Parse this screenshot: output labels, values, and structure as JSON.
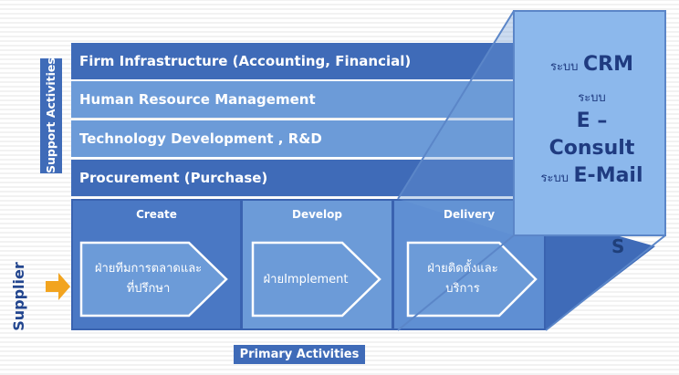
{
  "support": {
    "label": "Support Activities",
    "bars": [
      {
        "label": "Firm Infrastructure (Accounting, Financial)"
      },
      {
        "label": "Human Resource Management"
      },
      {
        "label": "Technology Development , R&D"
      },
      {
        "label": "Procurement (Purchase)"
      }
    ]
  },
  "supplier": {
    "label": "Supplier"
  },
  "stages": [
    {
      "title": "Create",
      "text": "ฝ่ายทีมการตลาดและที่ปรึกษา"
    },
    {
      "title": "Develop",
      "text": "ฝ่ายImplement"
    },
    {
      "title": "Delivery",
      "text": "ฝ่ายติดตั้งและบริการ"
    }
  ],
  "primary": {
    "label": "Primary Activities"
  },
  "cut_letter": "S",
  "callout": {
    "line1_small": "ระบบ",
    "line1_big": "CRM",
    "line2_small": "ระบบ",
    "line3": "E –",
    "line4": "Consult",
    "line5_small": "ระบบ",
    "line5_big": "E-Mail"
  },
  "colors": {
    "bar_dark": "#3f6bb8",
    "bar_light": "#6c9bd8",
    "callout_fill": "#8cb8ec",
    "callout_text": "#1f3b80",
    "arrow": "#f2a41f"
  }
}
